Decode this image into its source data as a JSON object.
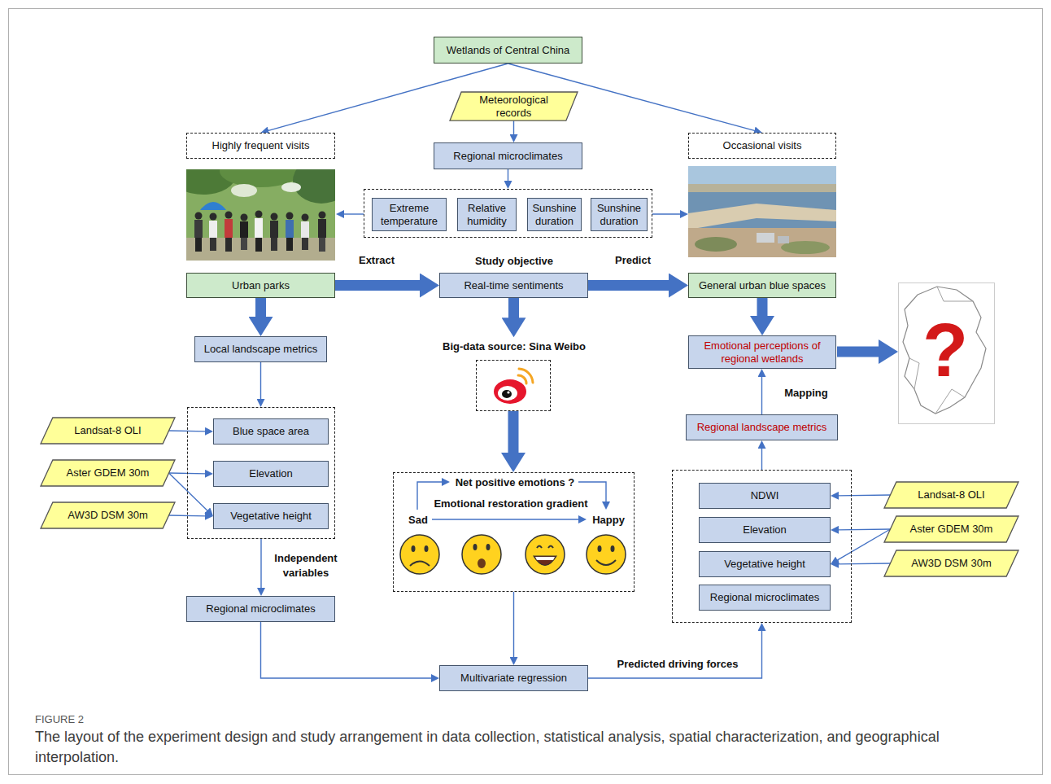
{
  "diagram": {
    "caption": "The layout of the experiment design and study arrangement in data collection, statistical analysis, spatial characterization, and geographical interpolation.",
    "nodes": [
      {
        "text": [
          "Wetlands of Central China"
        ]
      },
      {
        "text": [
          "Meteorological records"
        ]
      },
      {
        "text": [
          "Highly frequent visits"
        ]
      },
      {
        "text": [
          "Regional microclimates"
        ]
      },
      {
        "text": [
          "Occasional visits"
        ]
      },
      {
        "text": []
      },
      {
        "text": [
          "Extreme temperature"
        ],
        "in": 5
      },
      {
        "text": [
          "Relative humidity"
        ],
        "in": 5
      },
      {
        "text": [
          "Sunshine duration"
        ],
        "in": 5
      },
      {
        "text": [
          "Sunshine duration"
        ],
        "in": 5
      },
      {
        "text": [
          "Urban parks"
        ]
      },
      {
        "text": [
          "Real-time sentiments"
        ]
      },
      {
        "text": [
          "General urban blue spaces"
        ]
      },
      {
        "text": [
          "Local landscape metrics"
        ]
      },
      {
        "text": [
          "Big-data source: Sina Weibo"
        ]
      },
      {
        "text": [
          "Emotional perceptions of regional wetlands"
        ]
      },
      {
        "text": [
          "Regional landscape metrics"
        ]
      },
      {
        "text": []
      },
      {
        "text": [
          "Blue space area"
        ],
        "in": 17
      },
      {
        "text": [
          "Elevation"
        ],
        "in": 17
      },
      {
        "text": [
          "Vegetative height"
        ],
        "in": 17
      },
      {
        "text": [
          "Landsat-8 OLI"
        ]
      },
      {
        "text": [
          "Aster GDEM 30m"
        ]
      },
      {
        "text": [
          "AW3D DSM 30m"
        ]
      },
      {
        "text": [
          "Net positive emotions ?",
          "Emotional restoration gradient",
          "Sad",
          "Happy"
        ]
      },
      {
        "text": []
      },
      {
        "text": [
          "NDWI"
        ],
        "in": 25
      },
      {
        "text": [
          "Elevation"
        ],
        "in": 25
      },
      {
        "text": [
          "Vegetative height"
        ],
        "in": 25
      },
      {
        "text": [
          "Regional microclimates"
        ],
        "in": 25
      },
      {
        "text": [
          "Landsat-8 OLI"
        ]
      },
      {
        "text": [
          "Aster GDEM 30m"
        ]
      },
      {
        "text": [
          "AW3D DSM 30m"
        ]
      },
      {
        "text": [
          "Regional microclimates"
        ]
      },
      {
        "text": [
          "Multivariate regression"
        ]
      }
    ],
    "edges": [
      {
        "from": 0,
        "to": 2,
        "arrow": "to"
      },
      {
        "from": 0,
        "to": 4,
        "arrow": "to"
      },
      {
        "from": 1,
        "to": 3,
        "arrow": "to"
      },
      {
        "from": 3,
        "to": 5,
        "arrow": "to"
      },
      {
        "from": 10,
        "to": 11,
        "label": "Extract",
        "arrow": "to"
      },
      {
        "from": 11,
        "to": 12,
        "label": "Predict",
        "arrow": "to"
      },
      {
        "from": 10,
        "to": 13,
        "arrow": "to"
      },
      {
        "from": 11,
        "to": 14,
        "arrow": "to"
      },
      {
        "from": 12,
        "to": 15,
        "arrow": "to"
      },
      {
        "from": 13,
        "to": 17,
        "arrow": "to"
      },
      {
        "from": 21,
        "to": 18,
        "arrow": "to"
      },
      {
        "from": 22,
        "to": 19,
        "arrow": "to"
      },
      {
        "from": 22,
        "to": 20,
        "arrow": "to"
      },
      {
        "from": 23,
        "to": 20,
        "arrow": "to"
      },
      {
        "from": 14,
        "to": 24,
        "arrow": "to"
      },
      {
        "from": 17,
        "to": 33,
        "label": "Independent variables",
        "arrow": "to"
      },
      {
        "from": 33,
        "to": 34,
        "arrow": "to"
      },
      {
        "from": 24,
        "to": 34,
        "arrow": "to"
      },
      {
        "from": 34,
        "to": 25,
        "label": "Predicted driving forces",
        "arrow": "to"
      },
      {
        "from": 25,
        "to": 16,
        "arrow": "to"
      },
      {
        "from": 16,
        "to": 15,
        "label": "Mapping",
        "arrow": "to"
      },
      {
        "from": 30,
        "to": 26,
        "arrow": "to"
      },
      {
        "from": 31,
        "to": 27,
        "arrow": "to"
      },
      {
        "from": 31,
        "to": 28,
        "arrow": "to"
      },
      {
        "from": 32,
        "to": 28,
        "arrow": "to"
      }
    ],
    "labels": [
      "Study objective",
      "?",
      "FIGURE 2"
    ]
  }
}
